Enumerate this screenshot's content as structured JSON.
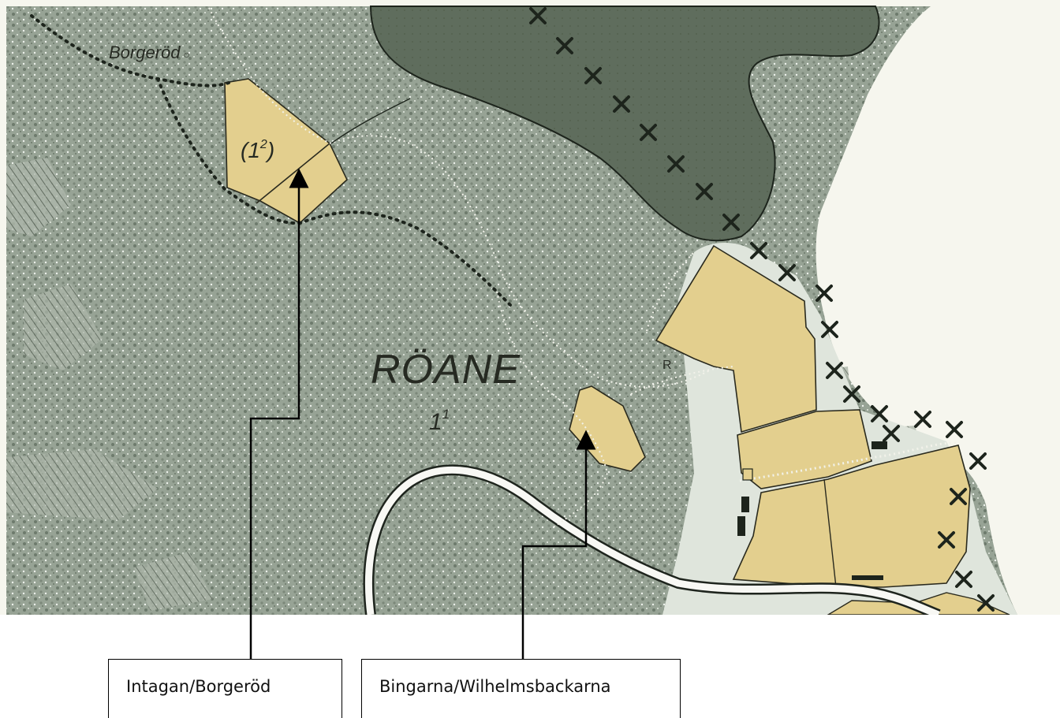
{
  "map": {
    "place_names": {
      "farm": "Borgeröd",
      "area": "RÖANE",
      "area_number": "1",
      "area_number_sup": "1",
      "parcel_number": "(1",
      "parcel_number_sup": "2",
      "parcel_number_close": ")",
      "small_letter": "R"
    },
    "colors": {
      "forest": "#8e9a8c",
      "forest_dark": "#6f7c6d",
      "lake": "#5d6b5b",
      "field": "#e3cf8e",
      "background": "#f5f5ec",
      "road": "#ffffff",
      "ink": "#1d241c"
    }
  },
  "labels": [
    {
      "id": "intagan",
      "text": "Intagan/Borgeröd"
    },
    {
      "id": "bingarna",
      "text": "Bingarna/Wilhelmsbackarna"
    }
  ]
}
